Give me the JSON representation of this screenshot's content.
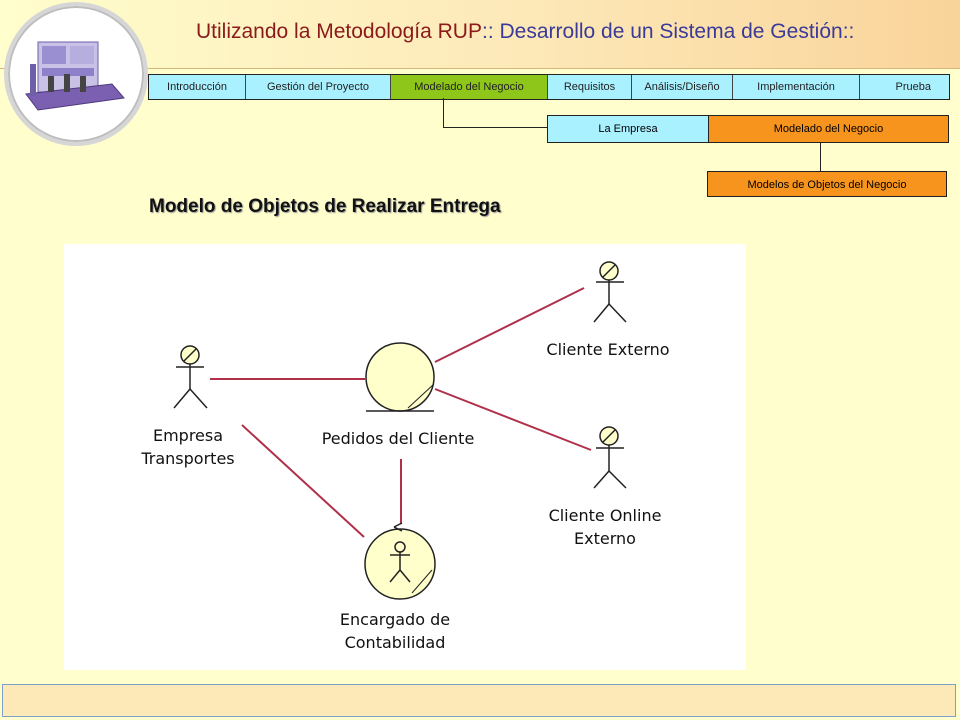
{
  "header": {
    "title_main": "Utilizando la Metodología RUP",
    "separator": "::",
    "title_sub": "Desarrollo de un Sistema de Gestión",
    "title_end": "::"
  },
  "nav": {
    "tabs": [
      {
        "label": "Introducción",
        "active": false
      },
      {
        "label": "Gestión del Proyecto",
        "active": false
      },
      {
        "label": "Modelado del Negocio",
        "active": true
      },
      {
        "label": "Requisitos",
        "active": false
      },
      {
        "label": "Análisis/Diseño",
        "active": false
      },
      {
        "label": "Implementación",
        "active": false
      },
      {
        "label": "Prueba",
        "active": false
      }
    ]
  },
  "subnav": {
    "items": [
      "La Empresa",
      "Modelado del Negocio"
    ],
    "sub_item": "Modelos de Objetos del  Negocio"
  },
  "page": {
    "heading": "Modelo de Objetos de Realizar Entrega"
  },
  "diagram": {
    "nodes": {
      "cliente_externo": "Cliente Externo",
      "empresa_line1": "Empresa",
      "empresa_line2": "Transportes",
      "pedidos": "Pedidos del Cliente",
      "online_line1": "Cliente Online",
      "online_line2": "Externo",
      "encargado_line1": "Encargado de",
      "encargado_line2": "Contabilidad"
    }
  },
  "colors": {
    "background": "#fffecc",
    "title": "#8b1a1a",
    "subtitle": "#3a3a99",
    "nav_tab": "#aaf1ff",
    "nav_active": "#8ec61a",
    "subnav_active": "#f7941d",
    "association_line": "#b0304a",
    "entity_fill": "#ffffcc"
  }
}
